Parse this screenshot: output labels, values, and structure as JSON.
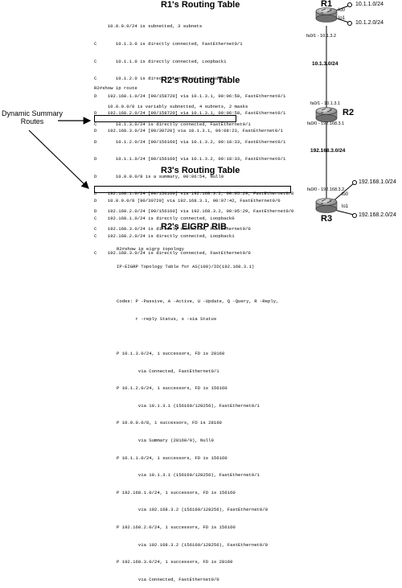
{
  "r1_table": {
    "title": "R1's Routing Table",
    "lines": [
      "     10.0.0.0/24 is subnetted, 3 subnets",
      "C       10.1.3.0 is directly connected, FastEthernet0/1",
      "C       10.1.1.0 is directly connected, Loopback1",
      "C       10.1.2.0 is directly connected, Loopback0",
      "D    192.168.1.0/24 [90/158720] via 10.1.3.1, 00:06:58, FastEthernet0/1",
      "D    192.168.2.0/24 [90/158720] via 10.1.3.1, 00:06:58, FastEthernet0/1",
      "D    192.168.3.0/24 [90/30720] via 10.1.3.1, 00:08:23, FastEthernet0/1"
    ]
  },
  "r2_table": {
    "title": "R2's Routing Table",
    "command": "R2#show ip route",
    "lines": [
      "     10.0.0.0/8 is variably subnetted, 4 subnets, 2 masks",
      "C       10.1.3.0/24 is directly connected, FastEthernet0/1",
      "D       10.1.2.0/24 [90/156160] via 10.1.3.2, 00:18:33, FastEthernet0/1",
      "D       10.1.1.0/24 [90/156160] via 10.1.3.2, 00:18:33, FastEthernet0/1",
      "D       10.0.0.0/8 is a summary, 00:06:54, Null0",
      "D    192.168.1.0/24 [90/156160] via 192.168.3.2, 00:05:29, FastEthernet0/0",
      "D    192.168.2.0/24 [90/156160] via 192.168.3.2, 00:05:29, FastEthernet0/0",
      "C    192.168.3.0/24 is directly connected, FastEthernet0/0"
    ]
  },
  "r3_table": {
    "title": "R3's Routing Table",
    "lines": [
      "D    10.0.0.0/8 [90/30720] via 192.168.3.1, 00:07:42, FastEthernet0/0",
      "C    192.168.1.0/24 is directly connected, Loopback0",
      "C    192.168.2.0/24 is directly connected, Loopback1",
      "C    192.168.3.0/24 is directly connected, FastEthernet0/0"
    ]
  },
  "rib": {
    "title": "R2's EIGRP RIB",
    "lines": [
      "R2#show ip eigrp topology",
      "IP-EIGRP Topology Table for AS(100)/ID(192.168.3.1)",
      "",
      "Codes: P -Passive, A -Active, U -Update, Q -Query, R -Reply,",
      "       r -reply Status, s -sia Status",
      "",
      "P 10.1.3.0/24, 1 successors, FD is 28160",
      "        via Connected, FastEthernet0/1",
      "P 10.1.2.0/24, 1 successors, FD is 156160",
      "        via 10.1.3.1 (156160/128256), FastEthernet0/1",
      "P 10.0.0.0/8, 1 successors, FD is 28160",
      "        via Summary (28160/0), Null0",
      "P 10.1.1.0/24, 1 successors, FD is 156160",
      "        via 10.1.3.1 (156160/128256), FastEthernet0/1",
      "P 192.168.1.0/24, 1 successors, FD is 156160",
      "        via 192.168.3.2 (156160/128256), FastEthernet0/0",
      "P 192.168.2.0/24, 1 successors, FD is 156160",
      "        via 192.168.3.2 (156160/128256), FastEthernet0/0",
      "P 192.168.3.0/24, 1 successors, FD is 28160",
      "        via Connected, FastEthernet0/0"
    ]
  },
  "callout": {
    "line1": "Dynamic Summary",
    "line2": "Routes"
  },
  "topology": {
    "routers": [
      "R1",
      "R2",
      "R3"
    ],
    "r1_loopbacks": [
      {
        "name": "lo0",
        "ip": "10.1.1.0/24"
      },
      {
        "name": "lo1",
        "ip": "10.1.2.0/24"
      }
    ],
    "r1_link_label": "fa0/1 - 10.1.3.2",
    "net_13": "10.1.3.0/24",
    "r2_fa01": "fa0/1 - 10.1.3.1",
    "r2_fa00": "fa0/0 - 192.168.3.1",
    "net_192_3": "192.168.3.0/24",
    "r3_fa00": "fa0/0 - 192.168.3.2",
    "r3_loopbacks": [
      {
        "name": "lo0",
        "ip": "192.168.1.0/24"
      },
      {
        "name": "lo1",
        "ip": "192.168.2.0/24"
      }
    ]
  }
}
